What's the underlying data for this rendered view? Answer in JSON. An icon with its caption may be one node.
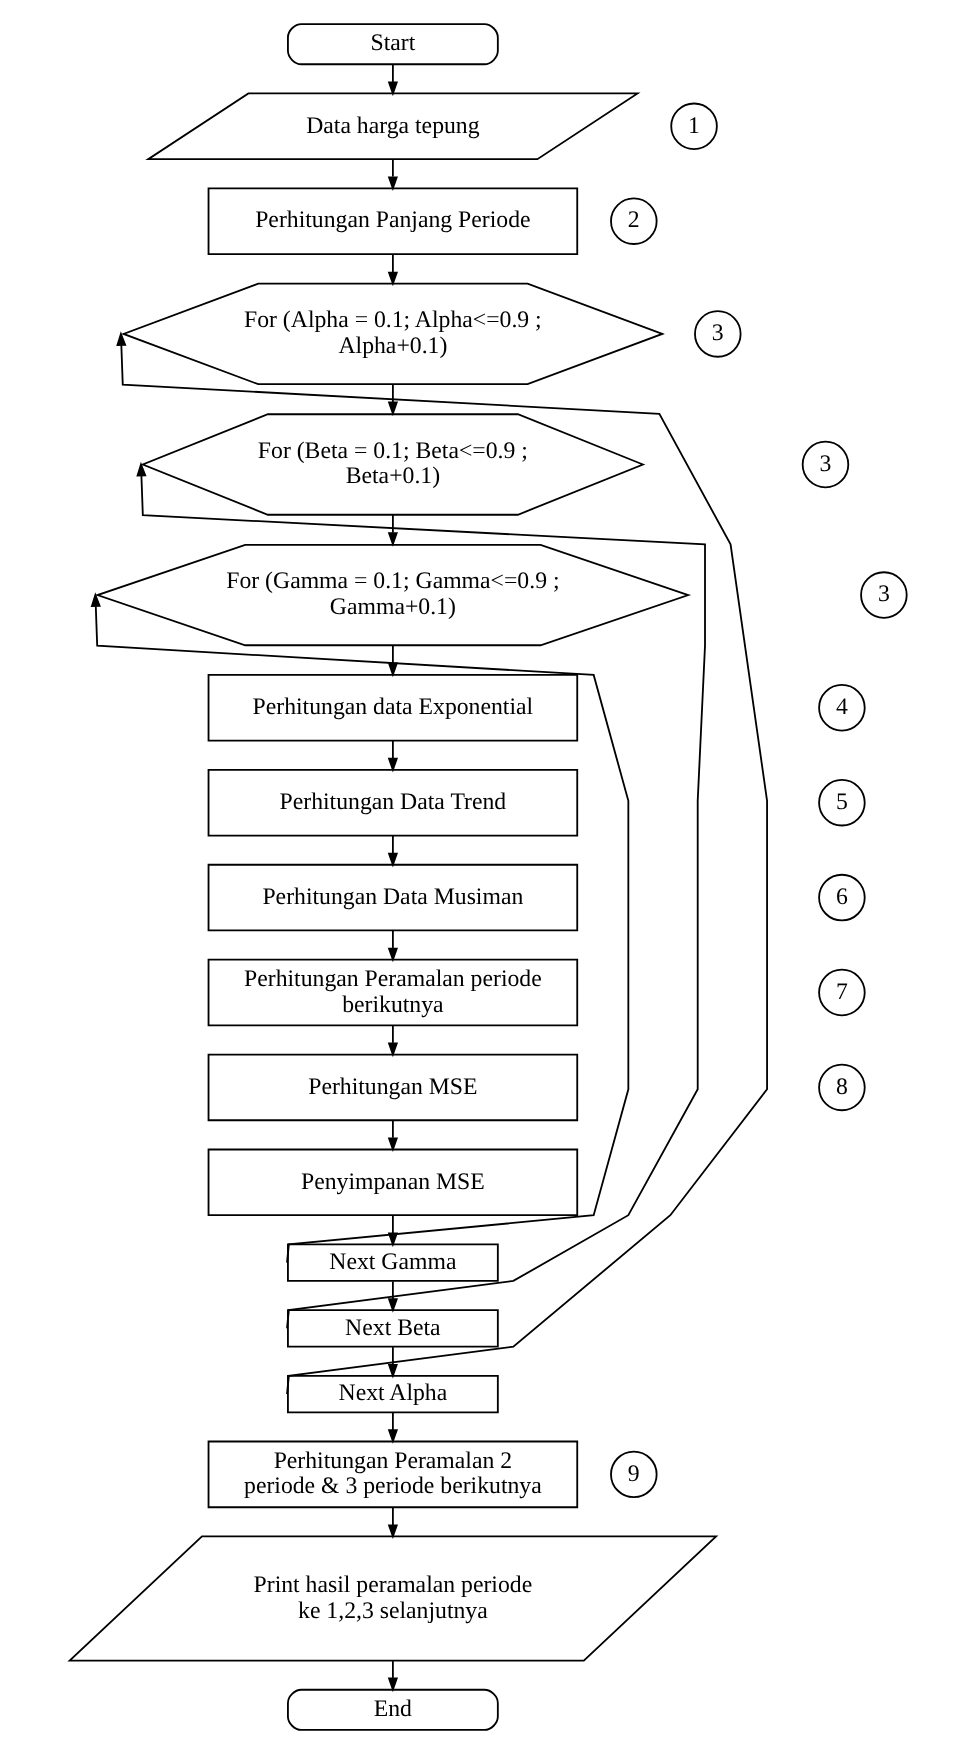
{
  "diagram": {
    "nodes": [
      {
        "text": [
          "Start"
        ]
      },
      {
        "text": [
          "Data harga tepung"
        ]
      },
      {
        "text": [
          "1"
        ]
      },
      {
        "text": [
          "Perhitungan Panjang Periode"
        ]
      },
      {
        "text": [
          "2"
        ]
      },
      {
        "text": [
          "For (Alpha = 0.1; Alpha<=0.9 ; Alpha+0.1)"
        ]
      },
      {
        "text": [
          "3"
        ]
      },
      {
        "text": [
          "For (Beta = 0.1; Beta<=0.9 ; Beta+0.1)"
        ]
      },
      {
        "text": [
          "3"
        ]
      },
      {
        "text": [
          "For (Gamma = 0.1; Gamma<=0.9 ; Gamma+0.1)"
        ]
      },
      {
        "text": [
          "3"
        ]
      },
      {
        "text": [
          "Perhitungan data Exponential"
        ]
      },
      {
        "text": [
          "4"
        ]
      },
      {
        "text": [
          "Perhitungan Data Trend"
        ]
      },
      {
        "text": [
          "5"
        ]
      },
      {
        "text": [
          "Perhitungan Data Musiman"
        ]
      },
      {
        "text": [
          "6"
        ]
      },
      {
        "text": [
          "Perhitungan Peramalan periode berikutnya"
        ]
      },
      {
        "text": [
          "7"
        ]
      },
      {
        "text": [
          "Perhitungan MSE"
        ]
      },
      {
        "text": [
          "8"
        ]
      },
      {
        "text": [
          "Penyimpanan MSE"
        ]
      },
      {
        "text": [
          "Next Gamma"
        ]
      },
      {
        "text": [
          "Next Beta"
        ]
      },
      {
        "text": [
          "Next Alpha"
        ]
      },
      {
        "text": [
          "Perhitungan Peramalan 2 periode & 3 periode berikutnya"
        ]
      },
      {
        "text": [
          "9"
        ]
      },
      {
        "text": [
          "Print hasil peramalan periode ke 1,2,3 selanjutnya"
        ]
      },
      {
        "text": [
          "End"
        ]
      }
    ],
    "edges": [
      {
        "from": 0,
        "to": 1,
        "arrow": "to"
      },
      {
        "from": 1,
        "to": 3,
        "arrow": "to"
      },
      {
        "from": 3,
        "to": 5,
        "arrow": "to"
      },
      {
        "from": 5,
        "to": 7,
        "arrow": "to"
      },
      {
        "from": 7,
        "to": 9,
        "arrow": "to"
      },
      {
        "from": 9,
        "to": 11,
        "arrow": "to"
      },
      {
        "from": 11,
        "to": 13,
        "arrow": "to"
      },
      {
        "from": 13,
        "to": 15,
        "arrow": "to"
      },
      {
        "from": 15,
        "to": 17,
        "arrow": "to"
      },
      {
        "from": 17,
        "to": 19,
        "arrow": "to"
      },
      {
        "from": 19,
        "to": 21,
        "arrow": "to"
      },
      {
        "from": 21,
        "to": 22,
        "arrow": "to"
      },
      {
        "from": 22,
        "to": 23,
        "arrow": "to"
      },
      {
        "from": 23,
        "to": 24,
        "arrow": "to"
      },
      {
        "from": 24,
        "to": 25,
        "arrow": "to"
      },
      {
        "from": 25,
        "to": 27,
        "arrow": "to"
      },
      {
        "from": 27,
        "to": 28,
        "arrow": "to"
      },
      {
        "from": 22,
        "to": 9,
        "arrow": "to"
      },
      {
        "from": 23,
        "to": 7,
        "arrow": "to"
      },
      {
        "from": 24,
        "to": 5,
        "arrow": "to"
      }
    ]
  }
}
